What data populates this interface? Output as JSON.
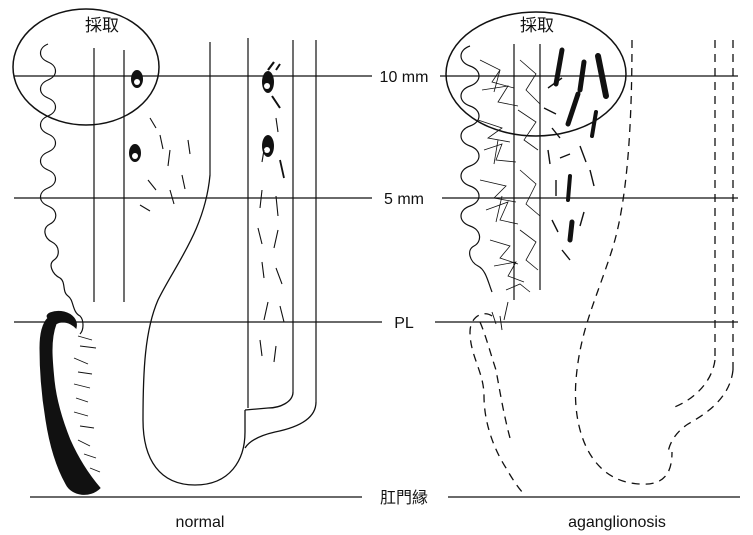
{
  "labels": {
    "sampling_left": "採取",
    "sampling_right": "採取",
    "level_10mm": "10 mm",
    "level_5mm": "5 mm",
    "level_pl": "PL",
    "level_anal": "肛門縁",
    "caption_left": "normal",
    "caption_right": "aganglionosis"
  },
  "colors": {
    "ink": "#111111",
    "background": "#ffffff"
  }
}
